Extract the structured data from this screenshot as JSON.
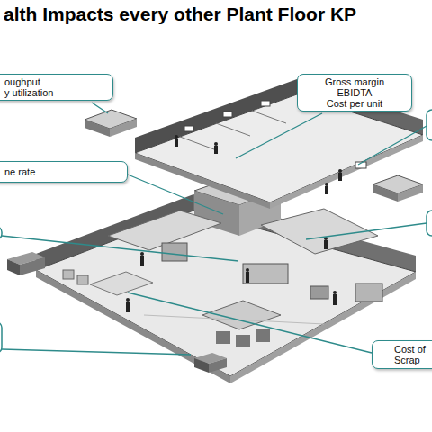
{
  "diagram": {
    "title": "alth Impacts every other Plant Floor KP",
    "nodes": [
      {
        "text": [
          "oughput",
          "y utilization"
        ]
      },
      {
        "text": [
          "Gross margin",
          "EBIDTA",
          "Cost per unit"
        ]
      },
      {
        "text": [
          "ne rate"
        ]
      },
      {
        "text": [
          "Cost of",
          "Scrap"
        ]
      }
    ]
  }
}
